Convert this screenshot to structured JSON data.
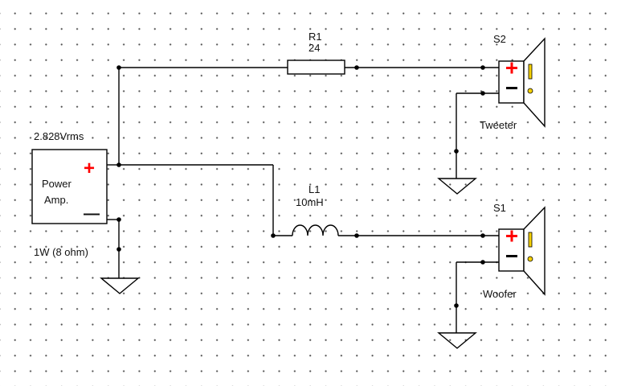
{
  "source": {
    "voltage": "2.828Vrms",
    "name_line1": "Power",
    "name_line2": "Amp.",
    "rating": "1W (8 ohm)",
    "plus": "+",
    "minus": "—"
  },
  "resistor": {
    "ref": "R1",
    "value": "24"
  },
  "inductor": {
    "ref": "L1",
    "value": "10mH"
  },
  "speaker_top": {
    "ref": "S2",
    "name": "Tweeter"
  },
  "speaker_bottom": {
    "ref": "S1",
    "name": "Woofer"
  },
  "colors": {
    "plus": "#ff0000",
    "wire": "#000000",
    "polarity_mark": "#f5d000"
  }
}
